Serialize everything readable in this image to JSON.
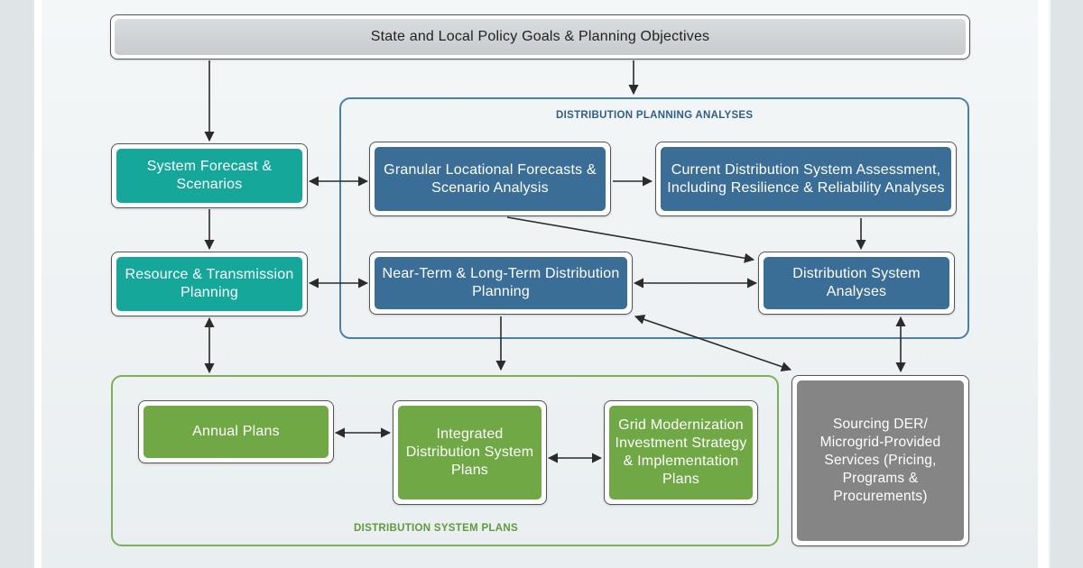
{
  "diagram": {
    "top_bar": "State and Local Policy Goals & Planning Objectives",
    "groups": {
      "analyses": "DISTRIBUTION PLANNING ANALYSES",
      "plans": "DISTRIBUTION SYSTEM PLANS"
    },
    "nodes": {
      "system_forecast": "System Forecast & Scenarios",
      "resource_transmission": "Resource & Transmission Planning",
      "granular_forecasts": "Granular Locational Forecasts & Scenario Analysis",
      "current_assessment": "Current Distribution System Assessment, Including Resilience & Reliability Analyses",
      "near_long_term": "Near-Term & Long-Term Distribution Planning",
      "system_analyses": "Distribution System Analyses",
      "annual_plans": "Annual Plans",
      "integrated_plans": "Integrated Distribution System Plans",
      "grid_modernization": "Grid Modernization Investment Strategy & Implementation Plans",
      "sourcing_der": "Sourcing DER/ Microgrid-Provided Services (Pricing, Programs & Procurements)"
    },
    "colors": {
      "teal": "#15a89a",
      "blue": "#3b6e97",
      "green": "#6fa845",
      "gray": "#858585",
      "analyses_border": "#4c7fa7",
      "plans_border": "#7ab15a"
    }
  }
}
